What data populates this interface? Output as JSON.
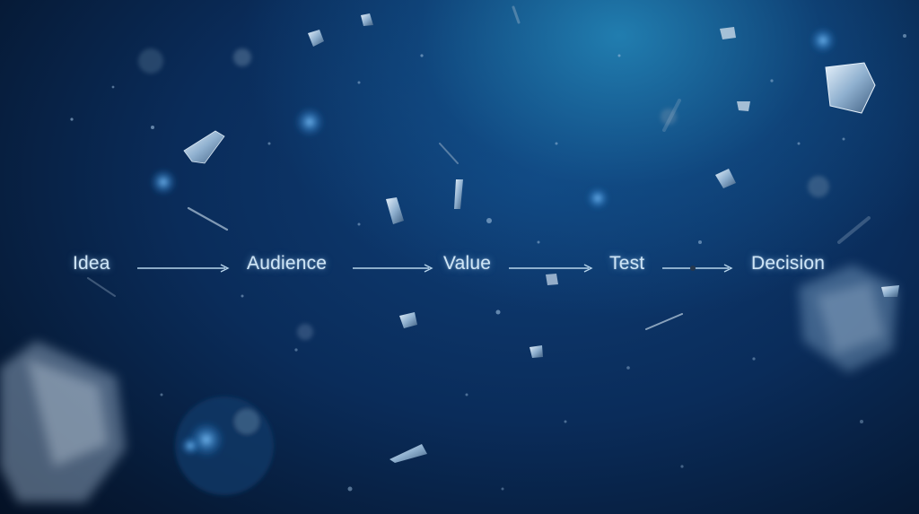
{
  "flow": {
    "steps": [
      "Idea",
      "Audience",
      "Value",
      "Test",
      "Decision"
    ]
  },
  "colors": {
    "background_deep": "#030c1c",
    "background_mid": "#0f3f78",
    "glow": "#2a96c8",
    "text": "#cfe6f7",
    "crystal": "#b9cfe4"
  },
  "icons": {
    "connector": "right-arrow-icon",
    "debris": "crystal-shard-icon"
  }
}
